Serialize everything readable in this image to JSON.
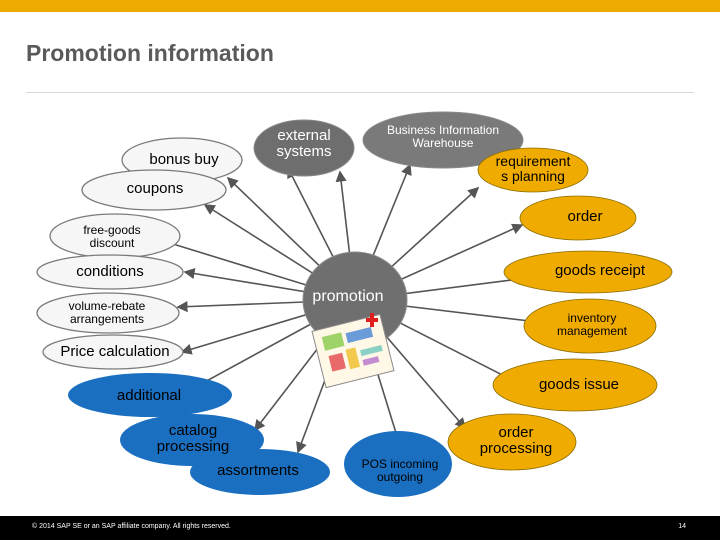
{
  "header": {
    "title": "Promotion information"
  },
  "hub": {
    "label": "promotion"
  },
  "nodes": {
    "bonus_buy": "bonus buy",
    "external_systems": "external\nsystems",
    "business_warehouse": "Business Information\nWarehouse",
    "requirements_planning": "requirement\ns planning",
    "coupons": "coupons",
    "order": "order",
    "free_goods": "free-goods\ndiscount",
    "conditions": "conditions",
    "goods_receipt": "goods receipt",
    "volume_rebate": "volume-rebate\narrangements",
    "inventory_management": "inventory\nmanagement",
    "price_calculation": "Price calculation",
    "additional": "additional",
    "goods_issue": "goods issue",
    "catalog_processing": "catalog\nprocessing",
    "order_processing": "order\nprocessing",
    "assortments": "assortments",
    "pos": "POS incoming\noutgoing"
  },
  "footer": {
    "copyright": "© 2014 SAP SE or an SAP affiliate company. All rights reserved.",
    "page": "14"
  },
  "colors": {
    "accent": "#f0ab00",
    "blue": "#1a6fc0",
    "grey": "#8a8a8a",
    "footer": "#000000"
  }
}
